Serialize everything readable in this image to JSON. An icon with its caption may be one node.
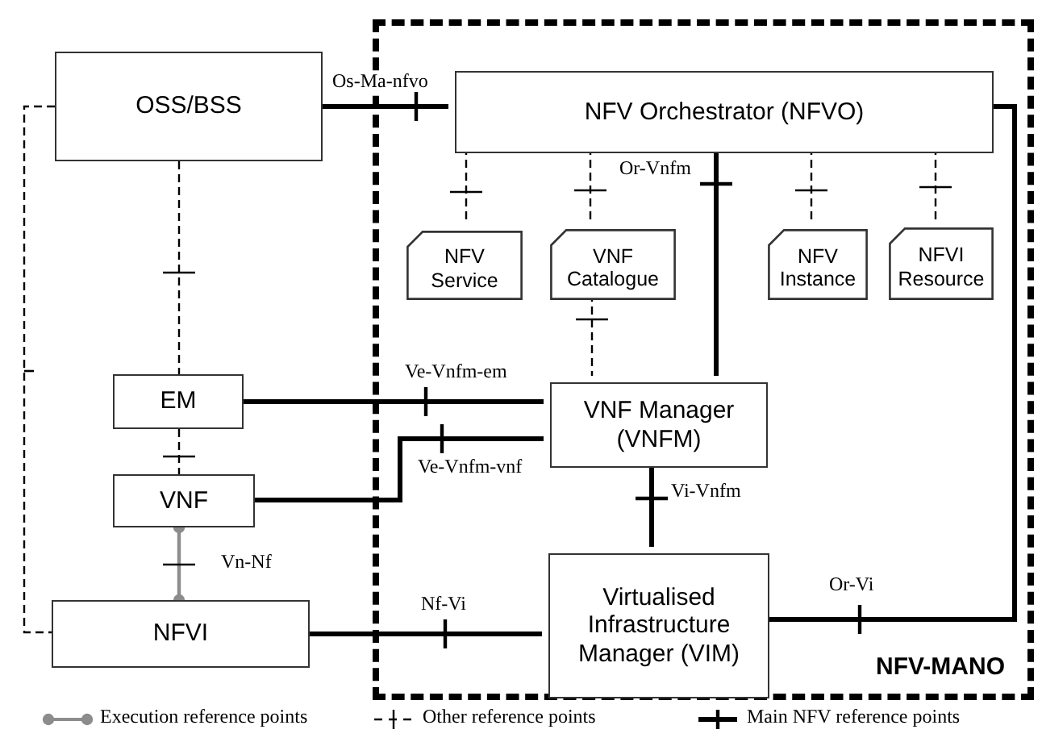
{
  "diagram": {
    "nodes": [
      {
        "text": [
          "NFV-MANO"
        ]
      },
      {
        "text": [
          "OSS/BSS"
        ]
      },
      {
        "text": [
          "NFV Orchestrator (NFVO)"
        ],
        "in": 0
      },
      {
        "text": [
          "NFV Service"
        ],
        "in": 0
      },
      {
        "text": [
          "VNF Catalogue"
        ],
        "in": 0
      },
      {
        "text": [
          "NFV Instance"
        ],
        "in": 0
      },
      {
        "text": [
          "NFVI Resource"
        ],
        "in": 0
      },
      {
        "text": [
          "EM"
        ]
      },
      {
        "text": [
          "VNF Manager (VNFM)"
        ],
        "in": 0
      },
      {
        "text": [
          "VNF"
        ]
      },
      {
        "text": [
          "Virtualised Infrastructure Manager (VIM)"
        ],
        "in": 0
      },
      {
        "text": [
          "NFVI"
        ]
      }
    ],
    "edges": [
      {
        "from": 1,
        "to": 2,
        "arrow": "none",
        "label": "Os-Ma-nfvo",
        "style": "thick"
      },
      {
        "from": 2,
        "to": 3,
        "arrow": "none",
        "style": "dashed"
      },
      {
        "from": 2,
        "to": 4,
        "arrow": "none",
        "style": "dashed"
      },
      {
        "from": 2,
        "to": 5,
        "arrow": "none",
        "style": "dashed"
      },
      {
        "from": 2,
        "to": 6,
        "arrow": "none",
        "style": "dashed"
      },
      {
        "from": 2,
        "to": 8,
        "arrow": "none",
        "label": "Or-Vnfm",
        "style": "thick"
      },
      {
        "from": 4,
        "to": 8,
        "arrow": "none",
        "style": "dashed"
      },
      {
        "from": 1,
        "to": 7,
        "arrow": "none",
        "style": "dashed"
      },
      {
        "from": 1,
        "to": 11,
        "arrow": "none",
        "style": "dashed"
      },
      {
        "from": 7,
        "to": 8,
        "arrow": "none",
        "label": "Ve-Vnfm-em",
        "style": "thick"
      },
      {
        "from": 9,
        "to": 8,
        "arrow": "none",
        "label": "Ve-Vnfm-vnf",
        "style": "thick"
      },
      {
        "from": 7,
        "to": 9,
        "arrow": "none",
        "style": "dashed"
      },
      {
        "from": 9,
        "to": 11,
        "arrow": "other",
        "label": "Vn-Nf",
        "color": "#8c8c8c"
      },
      {
        "from": 8,
        "to": 10,
        "arrow": "none",
        "label": "Vi-Vnfm",
        "style": "thick"
      },
      {
        "from": 11,
        "to": 10,
        "arrow": "none",
        "label": "Nf-Vi",
        "style": "thick"
      },
      {
        "from": 10,
        "to": 2,
        "arrow": "none",
        "label": "Or-Vi",
        "style": "thick"
      }
    ],
    "legend": [
      {
        "text": "Execution reference points"
      },
      {
        "text": "Other reference points"
      },
      {
        "text": "Main NFV reference points"
      }
    ]
  }
}
